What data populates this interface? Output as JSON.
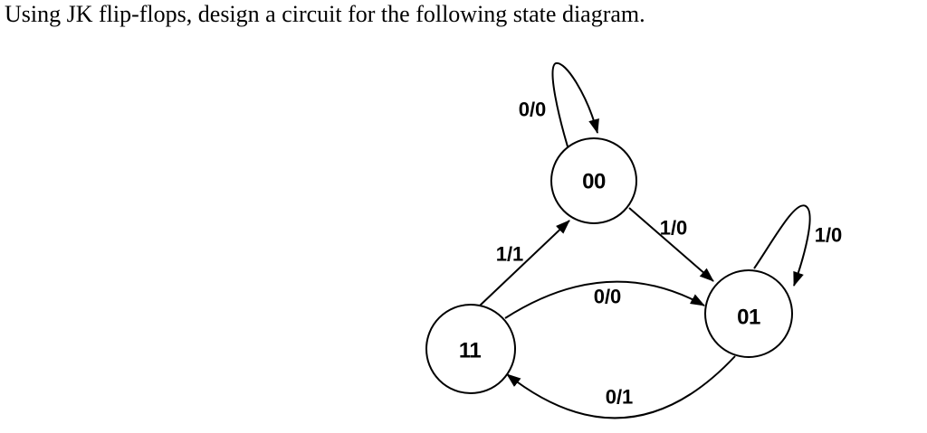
{
  "title": "Using JK flip-flops, design a circuit for the following state diagram.",
  "diagram": {
    "type": "mealy-state-diagram",
    "states": [
      {
        "id": "00",
        "label": "00"
      },
      {
        "id": "01",
        "label": "01"
      },
      {
        "id": "11",
        "label": "11"
      }
    ],
    "transitions": [
      {
        "from": "00",
        "to": "00",
        "input_output": "0/0"
      },
      {
        "from": "00",
        "to": "01",
        "input_output": "1/0"
      },
      {
        "from": "01",
        "to": "01",
        "input_output": "1/0"
      },
      {
        "from": "11",
        "to": "00",
        "input_output": "1/1"
      },
      {
        "from": "11",
        "to": "01",
        "input_output": "0/0"
      },
      {
        "from": "01",
        "to": "11",
        "input_output": "0/1"
      }
    ]
  },
  "colors": {
    "ink": "#000000",
    "background": "#ffffff"
  }
}
